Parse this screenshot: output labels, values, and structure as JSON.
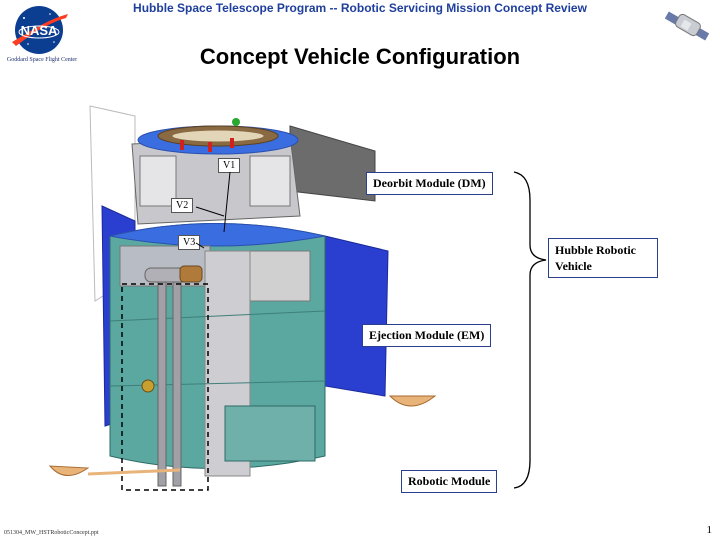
{
  "header": {
    "program_title": "Hubble Space Telescope Program -- Robotic Servicing Mission Concept Review"
  },
  "logo": {
    "text": "NASA",
    "caption": "Goddard Space Flight Center"
  },
  "page": {
    "title": "Concept Vehicle Configuration",
    "number": "1"
  },
  "labels": {
    "v1": "V1",
    "v2": "V2",
    "v3": "V3"
  },
  "callouts": {
    "deorbit": "Deorbit Module (DM)",
    "ejection": "Ejection Module (EM)",
    "robotic": "Robotic Module",
    "hubble_line1": "Hubble Robotic",
    "hubble_line2": "Vehicle"
  },
  "footer": {
    "filename": "051304_MW_HSTRoboticConcept.ppt"
  },
  "colors": {
    "header_blue": "#1f3f9c",
    "nasa_blue": "#0b3d91",
    "nasa_red": "#fc3d21",
    "solar_blue": "#2a3fcf",
    "module_teal": "#5aa8a0",
    "module_gray": "#c8c8cc",
    "ring_blue": "#3a6ee0",
    "callout_border": "#2c3f8f"
  },
  "icons": [
    "nasa-meatball-logo",
    "hubble-telescope-icon"
  ]
}
